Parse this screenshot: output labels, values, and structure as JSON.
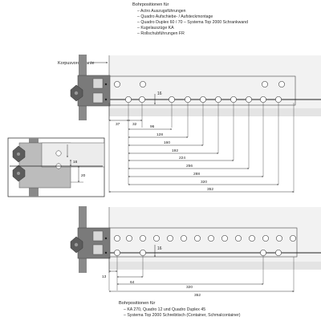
{
  "header": {
    "title": "Bohrpositionen für",
    "lines": [
      "– Actro Auszugsführungen",
      "– Quadro Aufschiebe- / Aufsteckmontage",
      "– Quadro Duplex 60 / 70 – Systema Top 2000 Schrankwand",
      "– Kugelauszüge KA",
      "– Rollschubführungen FR"
    ]
  },
  "top_diagram": {
    "label_front_edge": "Korpusvorderkante",
    "dimensions": [
      "16",
      "37",
      "32",
      "96",
      "128",
      "160",
      "192",
      "224",
      "256",
      "288",
      "320",
      "352"
    ]
  },
  "detail_diagram": {
    "dimensions": [
      "16",
      "20"
    ]
  },
  "bottom_diagram": {
    "dimensions": [
      "16",
      "13",
      "64",
      "320",
      "352"
    ]
  },
  "footer": {
    "title": "Bohrpositionen für",
    "lines": [
      "– KA 270, Quadro 12 und Quadro Duplex 45",
      "– Systema Top 2000 Schreibtisch (Container, Schmalcontainer)"
    ]
  },
  "colors": {
    "panel": "#f2f2f2",
    "panel_edge": "#d9d9d9",
    "bracket": "#7a7a7a",
    "bracket_dark": "#4d4d4d",
    "line": "#222222"
  }
}
